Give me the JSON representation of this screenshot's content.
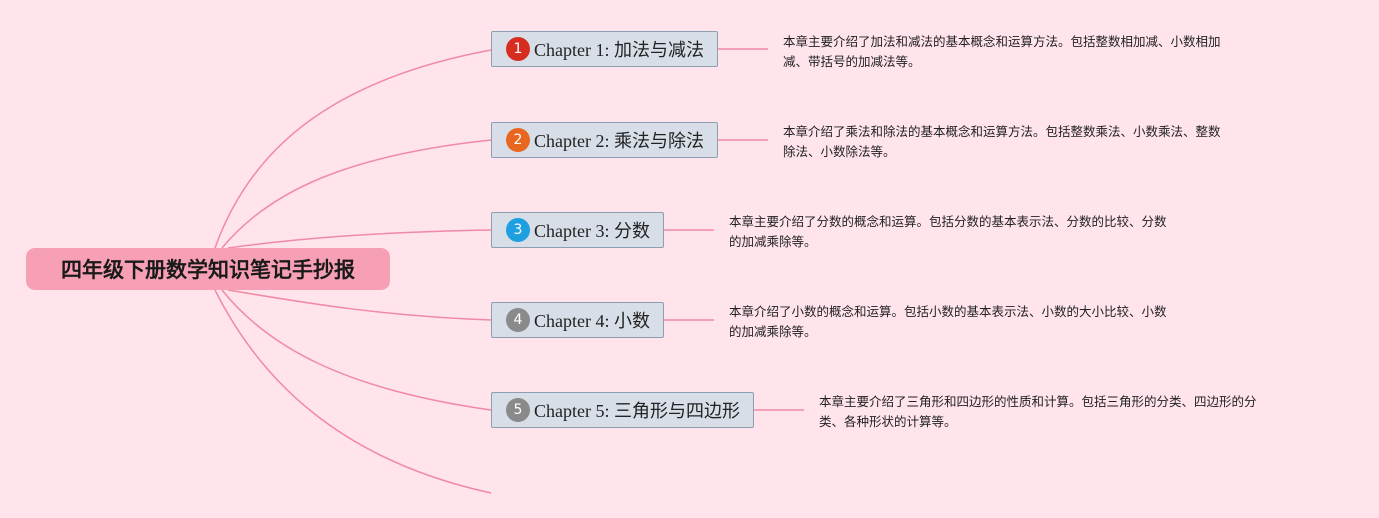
{
  "root": {
    "title": "四年级下册数学知识笔记手抄报"
  },
  "chapters": [
    {
      "number": "1",
      "marker_color": "#d62d20",
      "label": "Chapter 1: 加法与减法",
      "description_lines": [
        "本章主要介绍了加法和减法的基本概念和运算方法。包括整数相加减、小数相加",
        "减、带括号的加减法等。"
      ]
    },
    {
      "number": "2",
      "marker_color": "#e8661e",
      "label": "Chapter 2: 乘法与除法",
      "description_lines": [
        "本章介绍了乘法和除法的基本概念和运算方法。包括整数乘法、小数乘法、整数",
        "除法、小数除法等。"
      ]
    },
    {
      "number": "3",
      "marker_color": "#1e9fe0",
      "label": "Chapter 3: 分数",
      "description_lines": [
        "本章主要介绍了分数的概念和运算。包括分数的基本表示法、分数的比较、分数",
        "的加减乘除等。"
      ]
    },
    {
      "number": "4",
      "marker_color": "#8a8a8a",
      "label": "Chapter 4: 小数",
      "description_lines": [
        "本章介绍了小数的概念和运算。包括小数的基本表示法、小数的大小比较、小数",
        "的加减乘除等。"
      ]
    },
    {
      "number": "5",
      "marker_color": "#8a8a8a",
      "label": "Chapter 5: 三角形与四边形",
      "description_lines": [
        "本章主要介绍了三角形和四边形的性质和计算。包括三角形的分类、四边形的分",
        "类、各种形状的计算等。"
      ]
    }
  ],
  "colors": {
    "background": "#ffe4ec",
    "root_fill": "#f7a0b5",
    "branch_line": "#f08aa6",
    "node_fill": "#d8dee8",
    "node_border": "#8c9fb2"
  }
}
